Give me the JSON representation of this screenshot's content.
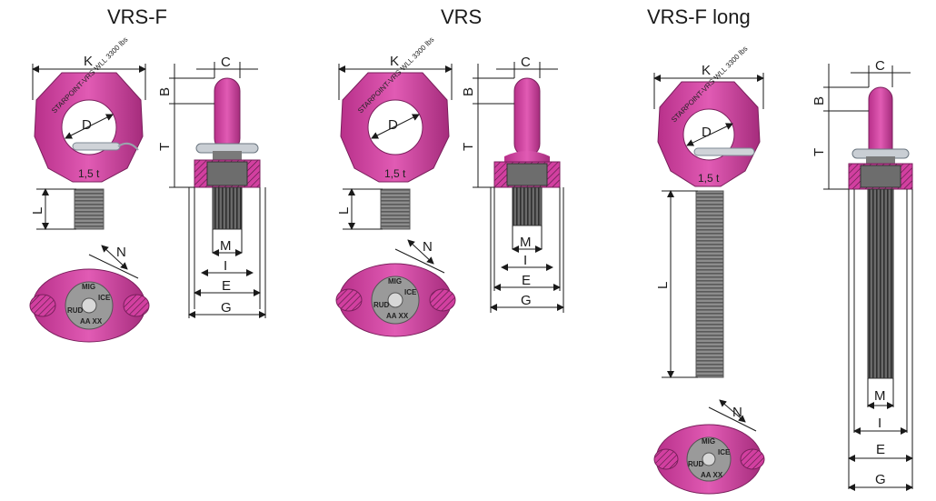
{
  "titles": [
    "VRS-F",
    "VRS",
    "VRS-F long"
  ],
  "dims": {
    "K": "K",
    "C": "C",
    "B": "B",
    "T": "T",
    "D": "D",
    "L": "L",
    "M": "M",
    "I": "I",
    "E": "E",
    "G": "G",
    "N": "N"
  },
  "ring_text": "STARPOINT-VRS WLL 3300 lbs",
  "wll_label": "1,5 t",
  "top_mark": {
    "top": "MIG",
    "right": "ICE",
    "left": "RUD",
    "bottom": "AA XX"
  },
  "colors": {
    "magenta": "#d23fa0",
    "magenta_dark": "#a52c7c",
    "steel": "#8a8a8a",
    "steel_dark": "#4a4a4a"
  }
}
